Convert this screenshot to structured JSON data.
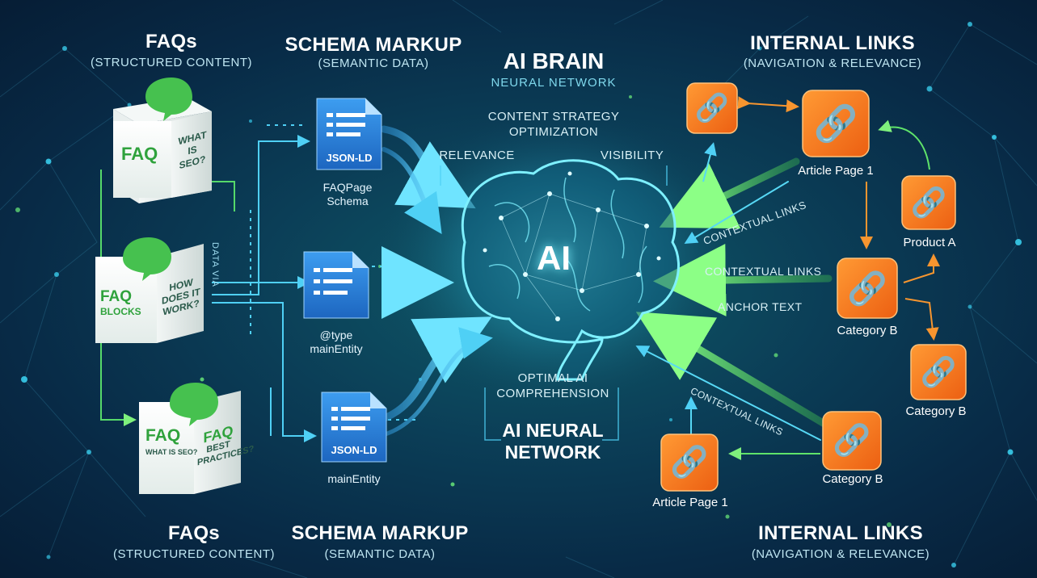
{
  "sections": {
    "faqs_top": {
      "title": "FAQs",
      "subtitle": "(STRUCTURED CONTENT)"
    },
    "schema_top": {
      "title": "SCHEMA MARKUP",
      "subtitle": "(SEMANTIC DATA)"
    },
    "links_top": {
      "title": "INTERNAL LINKS",
      "subtitle": "(NAVIGATION & RELEVANCE)"
    },
    "faqs_bottom": {
      "title": "FAQs",
      "subtitle": "(STRUCTURED CONTENT)"
    },
    "schema_bottom": {
      "title": "SCHEMA MARKUP",
      "subtitle": "(SEMANTIC DATA)"
    },
    "links_bottom": {
      "title": "INTERNAL LINKS",
      "subtitle": "(NAVIGATION & RELEVANCE)"
    }
  },
  "brain": {
    "title": "AI BRAIN",
    "subtitle": "NEURAL NETWORK",
    "core_label": "AI",
    "strategy_line1": "CONTENT STRATEGY",
    "strategy_line2": "OPTIMIZATION",
    "relevance": "RELEVANCE",
    "visibility": "VISIBILITY",
    "comprehension_line1": "OPTIMAL AI",
    "comprehension_line2": "COMPREHENSION",
    "network_line1": "AI NEURAL",
    "network_line2": "NETWORK"
  },
  "faq_cubes": [
    {
      "front": "FAQ",
      "side_line1": "WHAT",
      "side_line2": "IS SEO?"
    },
    {
      "front": "FAQ",
      "front_line2": "BLOCKS",
      "side_line1": "HOW",
      "side_line2": "DOES IT",
      "side_line3": "WORK?"
    },
    {
      "front": "FAQ",
      "front_line2": "WHAT IS SEO?",
      "side_line1": "FAQ",
      "side_line2": "BEST",
      "side_line3": "PRACTICES?"
    }
  ],
  "faq_flow_label": "DATA VIA",
  "schema_docs": [
    {
      "badge": "JSON-LD",
      "label_line1": "FAQPage",
      "label_line2": "Schema"
    },
    {
      "badge": "",
      "label_line1": "@type",
      "label_line2": "mainEntity"
    },
    {
      "badge": "JSON-LD",
      "label_line1": "mainEntity",
      "label_line2": ""
    }
  ],
  "link_nodes": {
    "top_left": "",
    "article_top": "Article Page 1",
    "product_a": "Product A",
    "category_mid": "Category B",
    "category_right": "Category B",
    "category_bottom": "Category B",
    "article_bottom": "Article Page 1"
  },
  "link_labels": {
    "contextual_1": "CONTEXTUAL LINKS",
    "contextual_2": "CONTEXTUAL LINKS",
    "anchor_text": "ANCHOR TEXT",
    "contextual_3": "CONTEXTUAL LINKS"
  },
  "colors": {
    "link_orange": "#f47a1e",
    "green_accent": "#5fe36a",
    "cyan_accent": "#3ec8f2",
    "doc_blue": "#2f86d8"
  }
}
